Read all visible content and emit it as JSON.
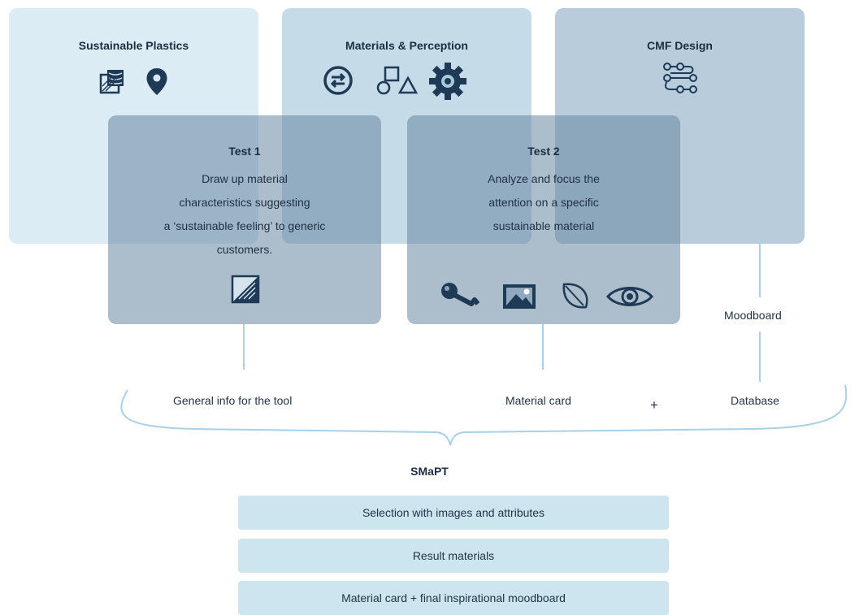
{
  "top_boxes": [
    {
      "title": "Sustainable Plastics",
      "icons": [
        "wood-texture-icon",
        "location-pin-icon"
      ]
    },
    {
      "title": "Materials & Perception",
      "icons": [
        "exchange-arrows-icon",
        "shapes-icon",
        "gear-icon"
      ]
    },
    {
      "title": "CMF Design",
      "icons": [
        "flow-connector-icon"
      ]
    }
  ],
  "tests": [
    {
      "title": "Test 1",
      "text": "Draw up material\ncharacteristics suggesting\na ‘sustainable feeling’ to generic\ncustomers.",
      "icons": [
        "hatched-square-icon"
      ]
    },
    {
      "title": "Test 2",
      "text": "Analyze and focus the\nattention on a specific\nsustainable material",
      "icons": [
        "key-icon",
        "image-icon",
        "leaf-icon",
        "eye-icon"
      ]
    }
  ],
  "connectors": {
    "moodboard": "Moodboard",
    "general_info": "General info for the tool",
    "material_card": "Material card",
    "plus": "+",
    "database": "Database"
  },
  "smapt": {
    "title": "SMaPT",
    "steps": [
      "Selection with images and attributes",
      "Result materials",
      "Material card + final inspirational moodboard"
    ]
  },
  "colors": {
    "icon": "#1e3a57",
    "line": "#a9d0e4",
    "step_fill": "#cde5ef"
  }
}
